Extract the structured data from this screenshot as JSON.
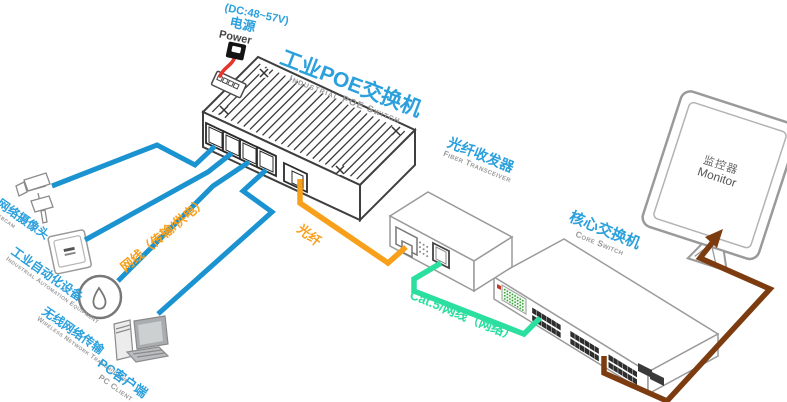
{
  "diagram": {
    "power": {
      "voltage": "(DC:48~57V)",
      "label_cn": "电源",
      "label_en": "Power"
    },
    "poe_switch": {
      "title_cn": "工业POE交换机",
      "title_en": "Industrial POE Switch"
    },
    "devices": {
      "webcam": {
        "label_cn": "网络摄像头",
        "label_en": "Webcam"
      },
      "automation": {
        "label_cn": "工业自动化设备",
        "label_en": "Industrial Automation Equipment"
      },
      "wireless": {
        "label_cn": "无线网络传输",
        "label_en": "Wireless Network Transmission"
      },
      "pc": {
        "label_cn": "PC客户端",
        "label_en": "PC Client"
      }
    },
    "transceiver": {
      "label_cn": "光纤收发器",
      "label_en": "Fiber Transceiver"
    },
    "core_switch": {
      "label_cn": "核心交换机",
      "label_en": "Core Switch"
    },
    "monitor": {
      "label_cn": "监控器",
      "label_en": "Monitor"
    },
    "cables": {
      "poe_ethernet": "网线（传输/供电）",
      "fiber": "光纤",
      "cat5": "Cat.5/网线（网络）"
    },
    "colors": {
      "blue_text": "#2ba0dc",
      "gray_text": "#9a9a9a",
      "cable_blue": "#1b93d0",
      "cable_orange": "#f9a01b",
      "cable_green": "#2bdf9f",
      "cable_brown": "#7d3c10",
      "power_red": "#e7342c"
    }
  }
}
